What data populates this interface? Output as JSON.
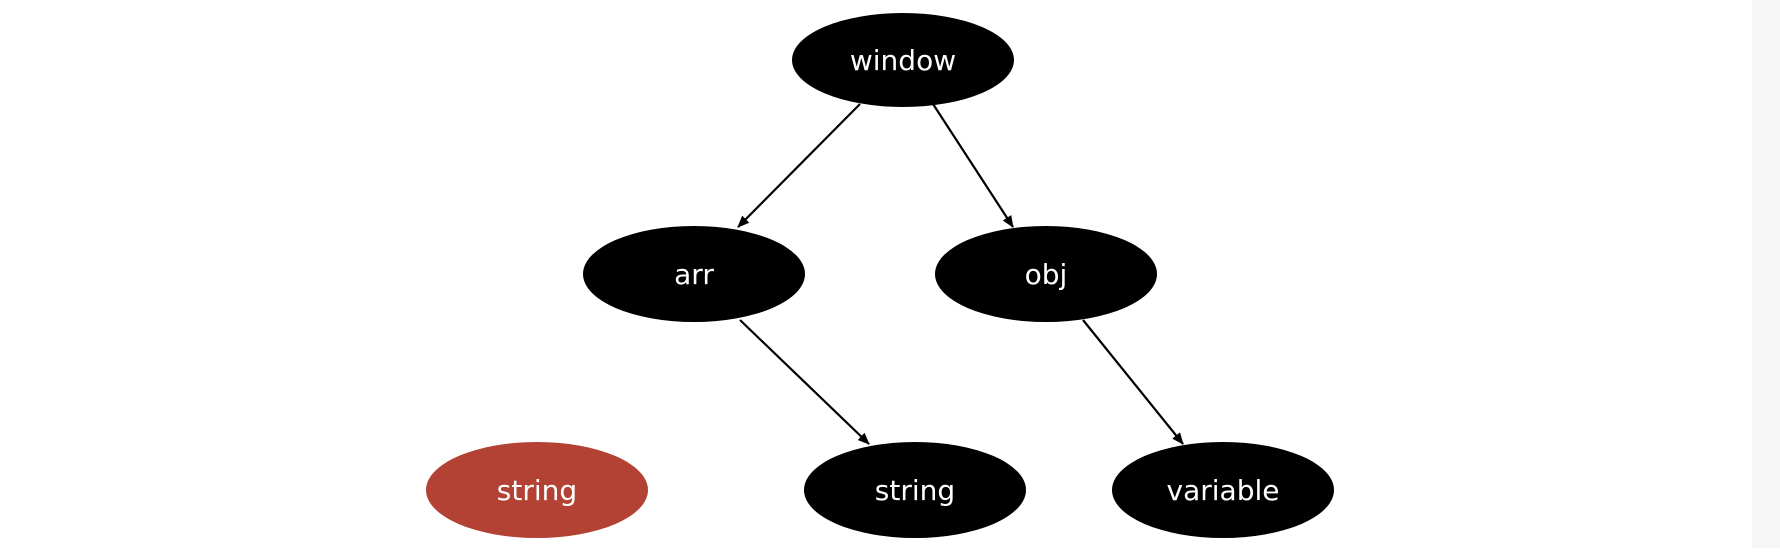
{
  "diagram": {
    "nodes": {
      "window": {
        "label": "window",
        "fill": "#000000",
        "text_color": "#ffffff"
      },
      "arr": {
        "label": "arr",
        "fill": "#000000",
        "text_color": "#ffffff"
      },
      "obj": {
        "label": "obj",
        "fill": "#000000",
        "text_color": "#ffffff"
      },
      "detached_string": {
        "label": "string",
        "fill": "#b34234",
        "text_color": "#ffffff"
      },
      "arr_string": {
        "label": "string",
        "fill": "#000000",
        "text_color": "#ffffff"
      },
      "obj_variable": {
        "label": "variable",
        "fill": "#000000",
        "text_color": "#ffffff"
      }
    },
    "edges": [
      {
        "from": "window",
        "to": "arr"
      },
      {
        "from": "window",
        "to": "obj"
      },
      {
        "from": "arr",
        "to": "arr_string"
      },
      {
        "from": "obj",
        "to": "obj_variable"
      }
    ]
  }
}
